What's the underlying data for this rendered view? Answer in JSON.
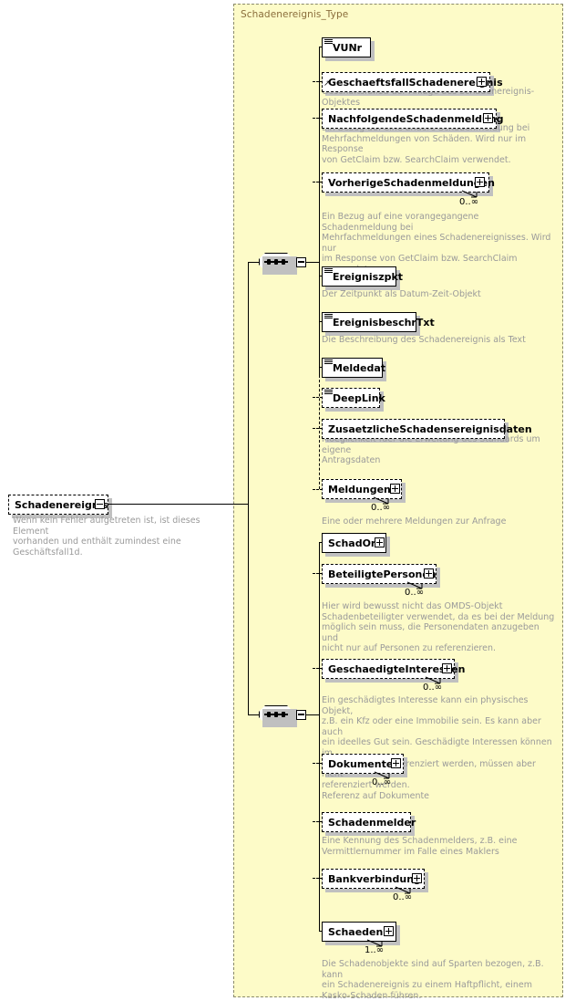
{
  "diagram": {
    "title": "Schadenereignis_Type",
    "root": {
      "name": "Schadenereignis",
      "optional": true,
      "toggle": "minus",
      "annotation": "Wenn kein Fehler aufgetreten ist, ist dieses Element\nvorhanden und enthält zumindest eine Geschäftsfall1d."
    },
    "compositors": [
      {
        "name": "sequence-1",
        "symbol": "sequence",
        "toggle": "minus"
      },
      {
        "name": "sequence-2",
        "symbol": "sequence",
        "toggle": "minus"
      }
    ],
    "elements": [
      {
        "name": "VUNr",
        "optional": false,
        "simple_type": true,
        "expandable": false,
        "occurrence": "",
        "annotation": ""
      },
      {
        "name": "GeschaeftsfallSchadenereignis",
        "optional": true,
        "simple_type": false,
        "expandable": true,
        "reference": true,
        "occurrence": "",
        "annotation": "Geschäftsfall1d der Anlage des Schadenereignis-Objektes"
      },
      {
        "name": "NachfolgendeSchadenmeldung",
        "optional": true,
        "simple_type": false,
        "expandable": true,
        "occurrence": "",
        "annotation": "Ein Bezug auf eine andere Schadenmeldung bei\nMehrfachmeldungen von Schäden. Wird nur im Response\nvon GetClaim bzw. SearchClaim verwendet."
      },
      {
        "name": "VorherigeSchadenmeldungen",
        "optional": true,
        "simple_type": false,
        "expandable": true,
        "occurrence": "0..∞",
        "annotation": "Ein Bezug auf eine vorangegangene Schadenmeldung bei\nMehrfachmeldungen eines Schadenereignisses. Wird nur\nim Response von GetClaim bzw. SearchClaim\nverwendet."
      },
      {
        "name": "Ereigniszpkt",
        "optional": false,
        "simple_type": true,
        "expandable": false,
        "occurrence": "",
        "annotation": "Der Zeitpunkt als Datum-Zeit-Objekt"
      },
      {
        "name": "EreignisbeschrTxt",
        "optional": false,
        "simple_type": true,
        "expandable": false,
        "occurrence": "",
        "annotation": "Die Beschreibung des Schadenereignis als Text"
      },
      {
        "name": "Meldedat",
        "optional": false,
        "simple_type": true,
        "expandable": false,
        "occurrence": "",
        "annotation": ""
      },
      {
        "name": "DeepLink",
        "optional": true,
        "simple_type": true,
        "expandable": false,
        "occurrence": "",
        "annotation": ""
      },
      {
        "name": "ZusaetzlicheSchadensereignisdaten",
        "optional": true,
        "simple_type": false,
        "expandable": false,
        "occurrence": "",
        "annotation": "Moeglichkeit fuer die Erweitung des Standards um eigene\nAntragsdaten"
      },
      {
        "name": "Meldungen",
        "optional": true,
        "simple_type": false,
        "expandable": true,
        "occurrence": "0..∞",
        "annotation": "Eine oder mehrere Meldungen zur Anfrage"
      },
      {
        "name": "SchadOrt",
        "optional": false,
        "simple_type": false,
        "expandable": true,
        "occurrence": "",
        "annotation": ""
      },
      {
        "name": "BeteiligtePersonen",
        "optional": true,
        "simple_type": false,
        "expandable": true,
        "occurrence": "0..∞",
        "annotation": "Hier wird bewusst nicht das OMDS-Objekt\nSchadenbeteiligter verwendet, da es bei der Meldung\nmöglich sein muss, die Personendaten anzugeben und\nnicht nur auf Personen zu referenzieren."
      },
      {
        "name": "GeschaedigteInteressen",
        "optional": true,
        "simple_type": false,
        "expandable": true,
        "occurrence": "0..∞",
        "annotation": "Ein geschädigtes Interesse kann ein physisches Objekt,\nz.B. ein Kfz oder eine Immobilie sein. Es kann aber auch\nein ideelles Gut sein. Geschädigte Interessen können im\nSchadenobjekt referenziert werden, müssen aber nicht\nreferenziert werden."
      },
      {
        "name": "Dokumente",
        "optional": true,
        "simple_type": false,
        "expandable": true,
        "occurrence": "0..∞",
        "annotation": "Referenz auf Dokumente"
      },
      {
        "name": "Schadenmelder",
        "optional": true,
        "simple_type": false,
        "expandable": false,
        "occurrence": "",
        "annotation": "Eine Kennung des Schadenmelders, z.B. eine\nVermittlernummer im Falle eines Maklers"
      },
      {
        "name": "Bankverbindung",
        "optional": true,
        "simple_type": false,
        "expandable": true,
        "occurrence": "0..∞",
        "annotation": ""
      },
      {
        "name": "Schaeden",
        "optional": false,
        "simple_type": false,
        "expandable": true,
        "occurrence": "1..∞",
        "annotation": "Die Schadenobjekte sind auf Sparten bezogen, z.B. kann\nein Schadenereignis zu einem Haftpflicht, einem\nKasko-Schaden führen."
      }
    ],
    "colors": {
      "container_bg": "#fdfbc8",
      "title_text": "#8a6d3b",
      "annotation_text": "#9a9a9a",
      "node_border": "#000000",
      "shadow": "#c0c0c0"
    }
  }
}
